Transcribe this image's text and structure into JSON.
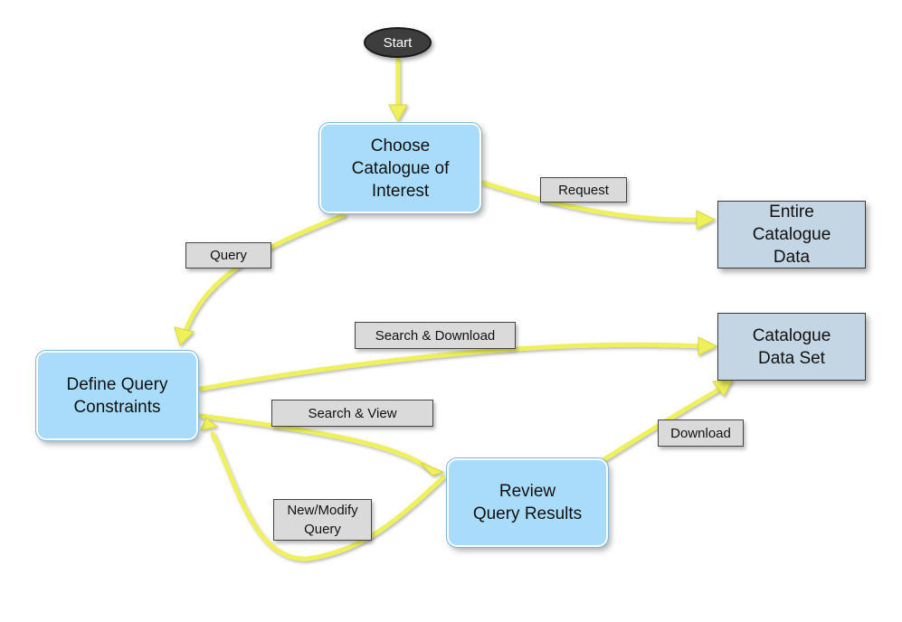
{
  "start": "Start",
  "nodes": {
    "choose_catalogue": "Choose\nCatalogue of\nInterest",
    "define_query": "Define Query\nConstraints",
    "review_results": "Review\nQuery Results",
    "entire_data": "Entire\nCatalogue\nData",
    "data_set": "Catalogue\nData Set"
  },
  "edge_labels": {
    "request": "Request",
    "query": "Query",
    "search_download": "Search & Download",
    "search_view": "Search & View",
    "download": "Download",
    "new_modify": "New/Modify\nQuery"
  },
  "colors": {
    "arrow": "#eef15a",
    "process_fill": "#a9dcfb",
    "data_fill": "#c4d5e3",
    "label_fill": "#dadada",
    "start_fill": "#3d3d3d"
  }
}
